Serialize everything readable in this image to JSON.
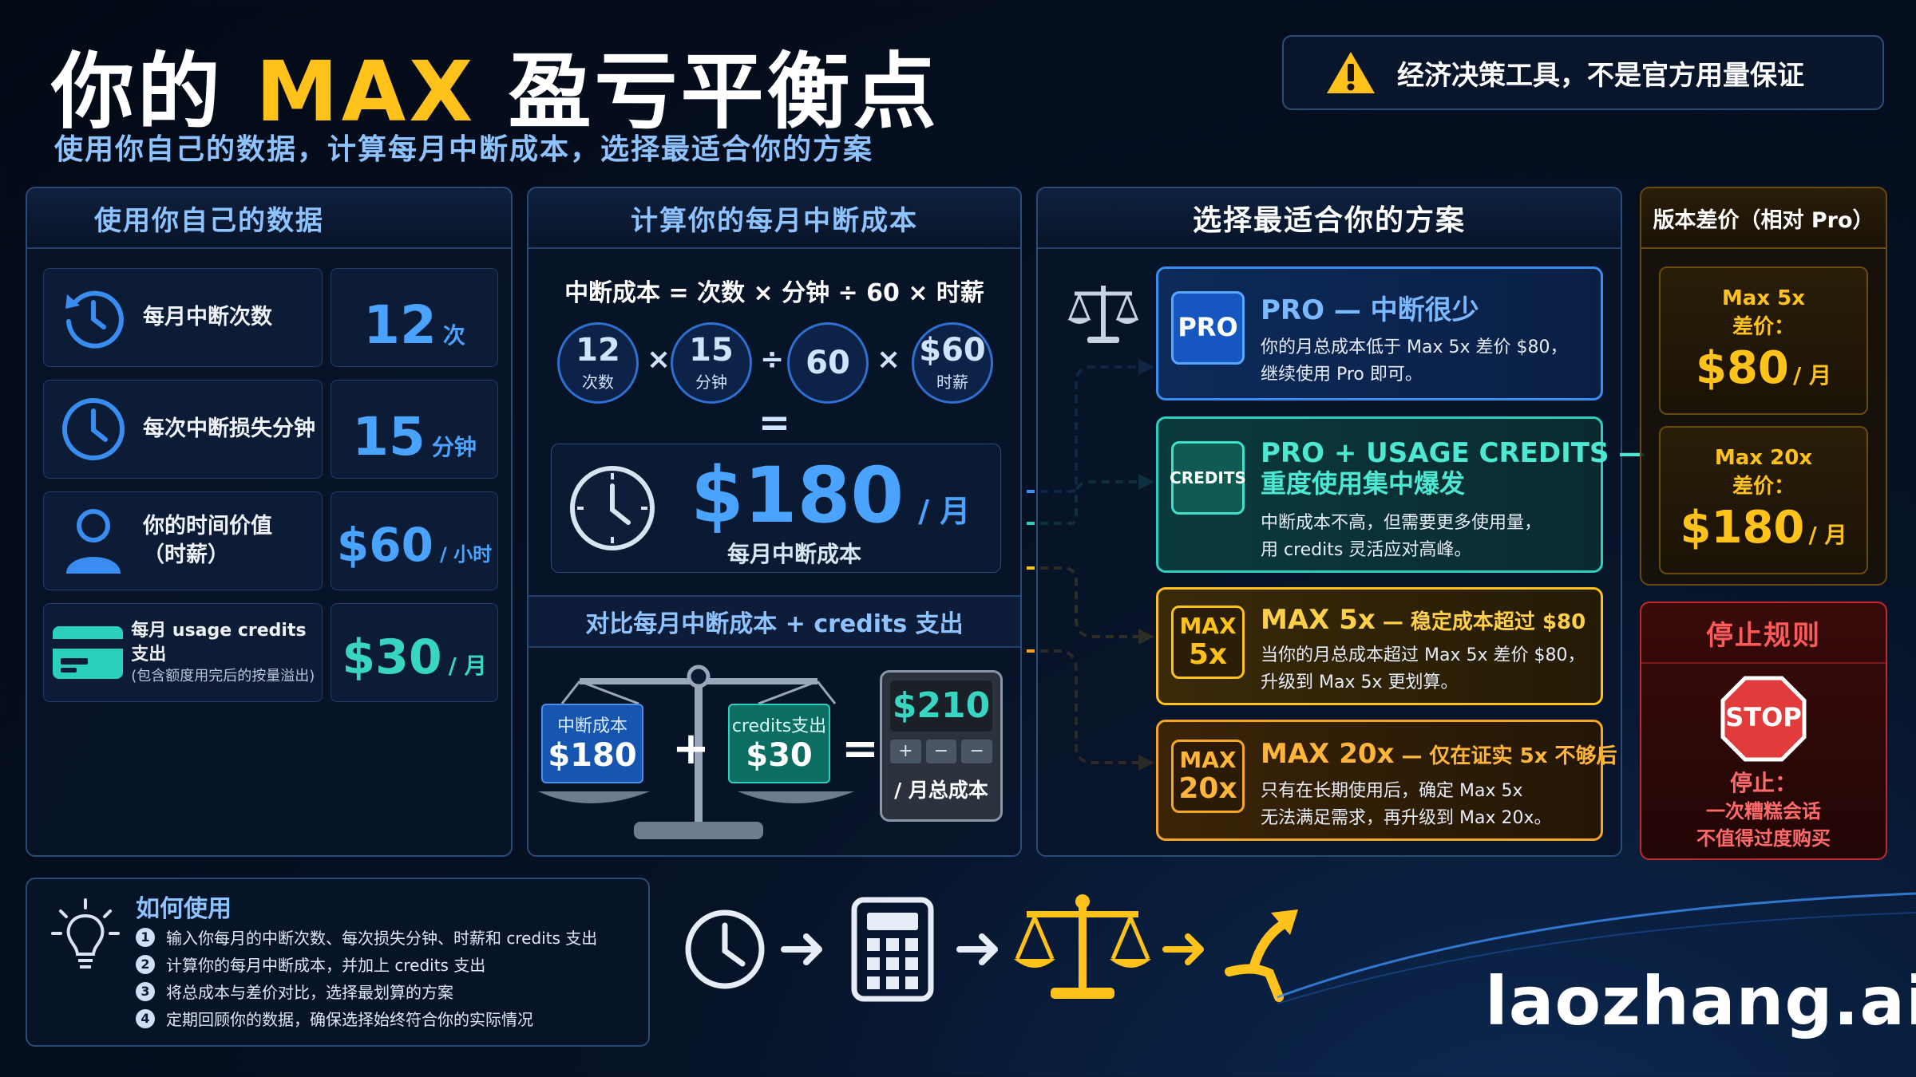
{
  "header": {
    "title_pre": "你的 ",
    "title_max": "MAX",
    "title_post": " 盈亏平衡点",
    "subtitle": "使用你自己的数据，计算每月中断成本，选择最适合你的方案",
    "warning": "经济决策工具，不是官方用量保证"
  },
  "col1": {
    "title": "使用你自己的数据",
    "rows": [
      {
        "label": "每月中断次数",
        "value": "12",
        "unit": "次",
        "icon": "history-clock-icon"
      },
      {
        "label": "每次中断损失分钟",
        "value": "15",
        "unit": "分钟",
        "icon": "clock-icon"
      },
      {
        "label": "你的时间价值",
        "label2": "（时薪）",
        "value": "$60",
        "unit": "/ 小时",
        "icon": "user-icon"
      },
      {
        "label": "每月 usage credits 支出",
        "label2": "(包含额度用完后的按量溢出)",
        "value": "$30",
        "unit": "/ 月",
        "icon": "credit-card-icon"
      }
    ]
  },
  "col2": {
    "title": "计算你的每月中断成本",
    "formula": "中断成本 = 次数 × 分钟 ÷ 60 × 时薪",
    "inputs": [
      {
        "n": "12",
        "u": "次数"
      },
      {
        "n": "15",
        "u": "分钟"
      },
      {
        "n": "60",
        "u": ""
      },
      {
        "n": "$60",
        "u": "时薪"
      }
    ],
    "ops": [
      "×",
      "÷",
      "×",
      "="
    ],
    "result": "$180",
    "result_unit": "/ 月",
    "result_label": "每月中断成本",
    "compare_title": "对比每月中断成本 + credits 支出",
    "left_pan_label": "中断成本",
    "left_pan_value": "$180",
    "right_pan_label": "credits支出",
    "right_pan_value": "$30",
    "plus": "+",
    "equals": "=",
    "total": "$210",
    "total_label": "/ 月总成本",
    "calc_keys": [
      "+",
      "−",
      "−"
    ]
  },
  "col3": {
    "title": "选择最适合你的方案",
    "plans": [
      {
        "badge": "PRO",
        "title": "PRO — 中断很少",
        "desc1": "你的月总成本低于 Max 5x 差价 $80，",
        "desc2": "继续使用 Pro 即可。"
      },
      {
        "badge": "CREDITS",
        "title": "PRO + USAGE CREDITS —",
        "title2": "重度使用集中爆发",
        "desc1": "中断成本不高，但需要更多使用量，",
        "desc2": "用 credits 灵活应对高峰。"
      },
      {
        "badge1": "MAX",
        "badge2": "5x",
        "title": "MAX 5x",
        "title_tail": " — 稳定成本超过 $80",
        "desc1": "当你的月总成本超过 Max 5x 差价 $80，",
        "desc2": "升级到 Max 5x 更划算。"
      },
      {
        "badge1": "MAX",
        "badge2": "20x",
        "title": "MAX 20x",
        "title_tail": " — 仅在证实 5x 不够后",
        "desc1": "只有在长期使用后，确定 Max 5x",
        "desc2": "无法满足需求，再升级到 Max 20x。"
      }
    ]
  },
  "col4": {
    "title": "版本差价（相对 Pro）",
    "diffs": [
      {
        "t1": "Max 5x",
        "t2": "差价：",
        "v": "$80",
        "u": "/ 月"
      },
      {
        "t1": "Max 20x",
        "t2": "差价：",
        "v": "$180",
        "u": "/ 月"
      }
    ],
    "stop_title": "停止规则",
    "stop_sign": "STOP",
    "stop_l1": "停止：",
    "stop_l2": "一次糟糕会话",
    "stop_l3": "不值得过度购买"
  },
  "howto": {
    "title": "如何使用",
    "steps": [
      {
        "n": "1",
        "text": "输入你每月的中断次数、每次损失分钟、时薪和 credits 支出"
      },
      {
        "n": "2",
        "text": "计算你的每月中断成本，并加上 credits 支出"
      },
      {
        "n": "3",
        "text": "将总成本与差价对比，选择最划算的方案"
      },
      {
        "n": "4",
        "text": "定期回顾你的数据，确保选择始终符合你的实际情况"
      }
    ]
  },
  "brand": "laozhang.ai",
  "colors": {
    "accent_yellow": "#ffc21a",
    "accent_blue": "#4aa3ff",
    "accent_teal": "#38d6c2",
    "accent_orange": "#f5a623",
    "stop_red": "#e23b3b"
  }
}
